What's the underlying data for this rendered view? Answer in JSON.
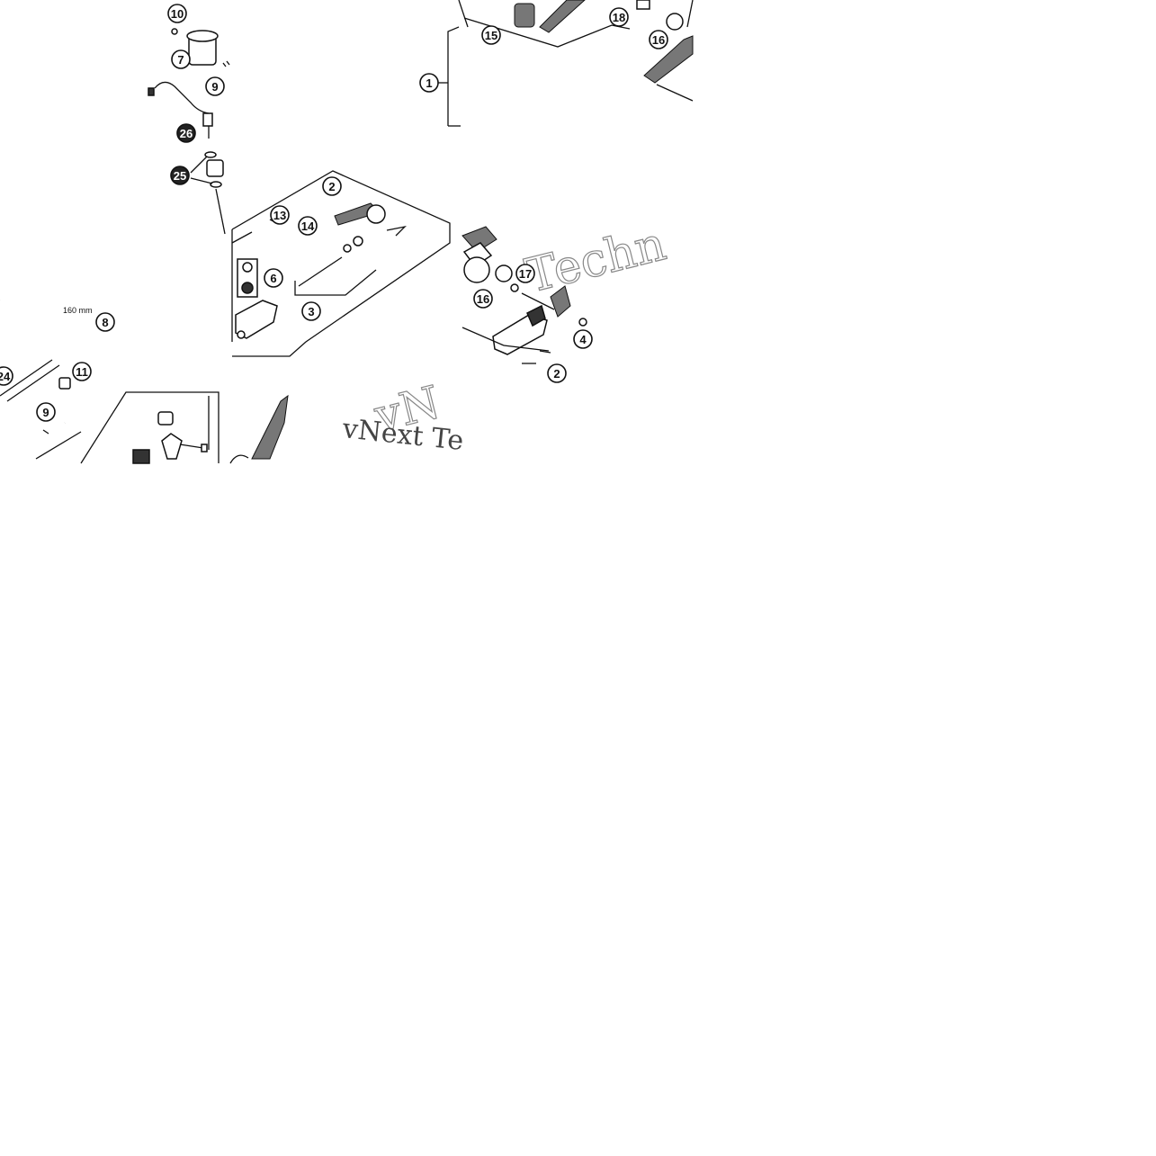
{
  "diagram": {
    "callouts": [
      {
        "id": "c10a",
        "label": "10",
        "dark": false
      },
      {
        "id": "c7",
        "label": "7",
        "dark": false
      },
      {
        "id": "c9a",
        "label": "9",
        "dark": false
      },
      {
        "id": "c26",
        "label": "26",
        "dark": true
      },
      {
        "id": "c25",
        "label": "25",
        "dark": true
      },
      {
        "id": "c2a",
        "label": "2",
        "dark": false
      },
      {
        "id": "c13",
        "label": "13",
        "dark": false
      },
      {
        "id": "c14",
        "label": "14",
        "dark": false
      },
      {
        "id": "c6",
        "label": "6",
        "dark": false
      },
      {
        "id": "c3",
        "label": "3",
        "dark": false
      },
      {
        "id": "c8",
        "label": "8",
        "dark": false
      },
      {
        "id": "c24",
        "label": "24",
        "dark": false
      },
      {
        "id": "c11",
        "label": "11",
        "dark": false
      },
      {
        "id": "c9b",
        "label": "9",
        "dark": false
      },
      {
        "id": "c1",
        "label": "1",
        "dark": false
      },
      {
        "id": "c15",
        "label": "15",
        "dark": false
      },
      {
        "id": "c18",
        "label": "18",
        "dark": false
      },
      {
        "id": "c16a",
        "label": "16",
        "dark": false
      },
      {
        "id": "c17",
        "label": "17",
        "dark": false
      },
      {
        "id": "c16b",
        "label": "16",
        "dark": false
      },
      {
        "id": "c4",
        "label": "4",
        "dark": false
      },
      {
        "id": "c2b",
        "label": "2",
        "dark": false
      }
    ],
    "dimension_label": "160 mm",
    "watermarks": [
      "Techn",
      "vN",
      "vNext Te"
    ]
  }
}
